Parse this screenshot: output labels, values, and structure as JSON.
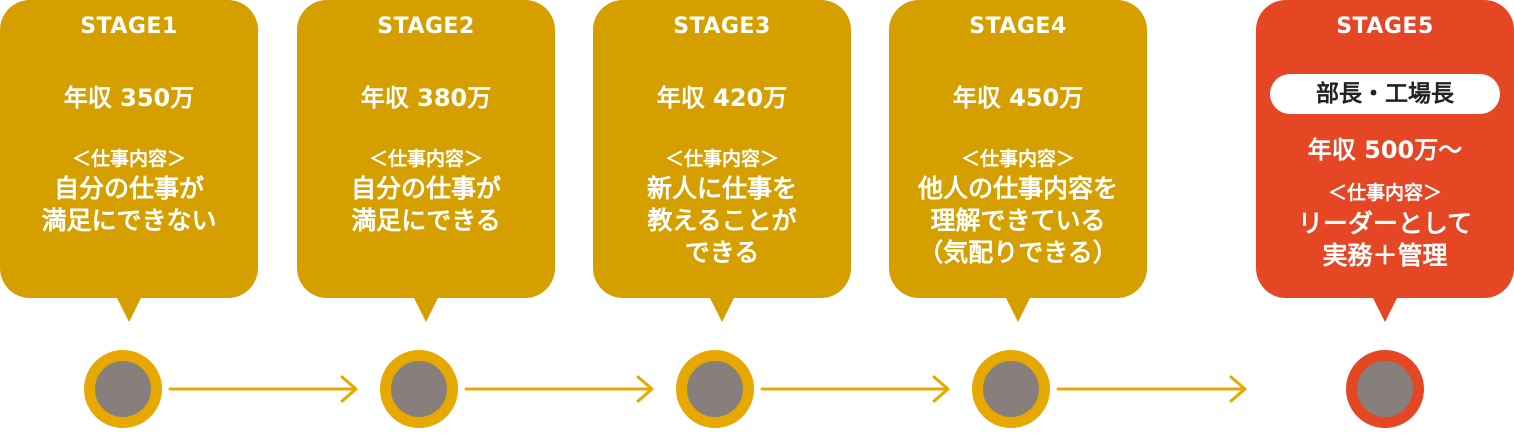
{
  "stages": [
    {
      "label": "STAGE1",
      "salary": "年収 350万",
      "content_label": "＜仕事内容＞",
      "desc_line1": "自分の仕事が",
      "desc_line2": "満足にできない",
      "desc_line3": ""
    },
    {
      "label": "STAGE2",
      "salary": "年収 380万",
      "content_label": "＜仕事内容＞",
      "desc_line1": "自分の仕事が",
      "desc_line2": "満足にできる",
      "desc_line3": ""
    },
    {
      "label": "STAGE3",
      "salary": "年収 420万",
      "content_label": "＜仕事内容＞",
      "desc_line1": "新人に仕事を",
      "desc_line2": "教えることが",
      "desc_line3": "できる"
    },
    {
      "label": "STAGE4",
      "salary": "年収 450万",
      "content_label": "＜仕事内容＞",
      "desc_line1": "他人の仕事内容を",
      "desc_line2": "理解できている",
      "desc_line3": "（気配りできる）"
    },
    {
      "label": "STAGE5",
      "position": "部長・工場長",
      "salary": "年収 500万〜",
      "content_label": "＜仕事内容＞",
      "desc_line1": "リーダーとして",
      "desc_line2": "実務＋管理",
      "desc_line3": ""
    }
  ],
  "colors": {
    "bubble_gold": "#d59f00",
    "bubble_red": "#e54624",
    "ring_gold": "#e7a900",
    "node_center": "#867f7c"
  }
}
